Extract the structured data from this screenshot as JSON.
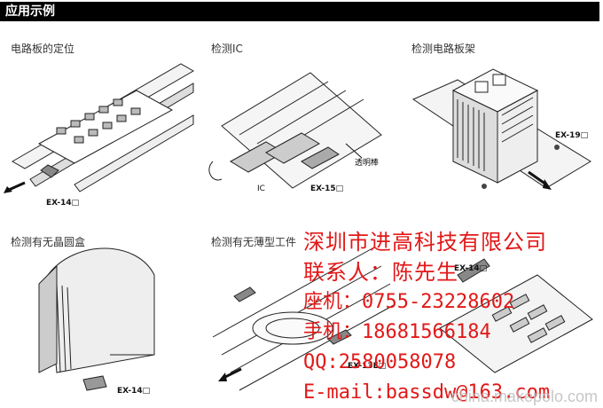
{
  "header": {
    "title": "应用示例"
  },
  "panels": [
    {
      "title": "电路板的定位",
      "labels": [
        "EX-14□"
      ]
    },
    {
      "title": "检测IC",
      "labels": [
        "IC",
        "EX-15□",
        "透明棒"
      ]
    },
    {
      "title": "检测电路板架",
      "labels": [
        "EX-19□"
      ]
    },
    {
      "title": "检测有无晶圆盒",
      "labels": [
        "EX-14□"
      ]
    },
    {
      "title": "检测有无薄型工件",
      "labels": [
        "EX-13E□"
      ]
    },
    {
      "title": "",
      "labels": [
        "EX-14□"
      ]
    }
  ],
  "watermark": {
    "company": "深圳市进高科技有限公司",
    "contact": "联系人：陈先生",
    "phone": "座机：0755-23228602",
    "mobile": "手机：18681566184",
    "qq": "QQ:2580058078",
    "email": "E-mail:bassdw@163.com"
  },
  "site": "china.makepolo.com",
  "colors": {
    "panel_bg": "#e6e6e6",
    "watermark": "#e21818",
    "header": "#000000"
  }
}
